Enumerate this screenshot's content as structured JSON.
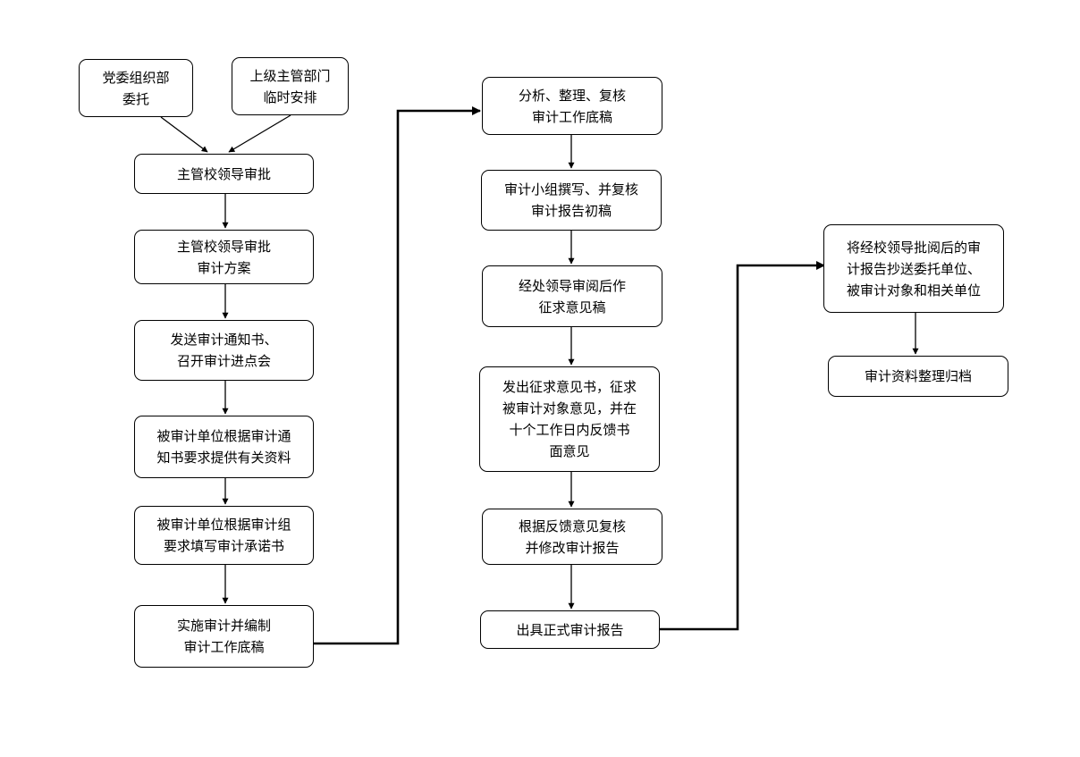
{
  "nodes": {
    "party": "党委组织部\n委托",
    "superior": "上级主管部门\n临时安排",
    "approve": "主管校领导审批",
    "approve_plan": "主管校领导审批\n审计方案",
    "notice": "发送审计通知书、\n召开审计进点会",
    "provide": "被审计单位根据审计通\n知书要求提供有关资料",
    "commit": "被审计单位根据审计组\n要求填写审计承诺书",
    "implement": "实施审计并编制\n审计工作底稿",
    "analyze": "分析、整理、复核\n审计工作底稿",
    "draft": "审计小组撰写、并复核\n审计报告初稿",
    "review": "经处领导审阅后作\n征求意见稿",
    "feedback": "发出征求意见书，征求\n被审计对象意见，并在\n十个工作日内反馈书\n面意见",
    "revise": "根据反馈意见复核\n并修改审计报告",
    "final": "出具正式审计报告",
    "send": "将经校领导批阅后的审\n计报告抄送委托单位、\n被审计对象和相关单位",
    "archive": "审计资料整理归档"
  }
}
